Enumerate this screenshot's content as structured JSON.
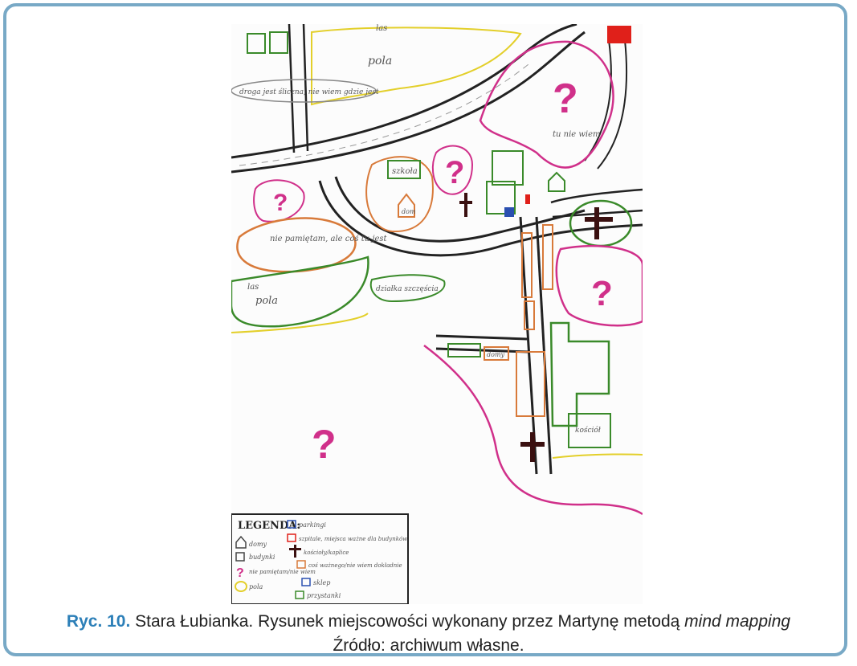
{
  "figure": {
    "label": "Ryc. 10.",
    "caption_main": "Stara Łubianka. Rysunek miejscowości wykonany przez Martynę metodą",
    "caption_italic": "mind mapping",
    "source": "Źródło: archiwum własne."
  },
  "map_labels": {
    "pola_top": "pola",
    "las_top": "las",
    "droga": "droga jest śliczna, nie wiem gdzie jest",
    "szkola": "szkoła",
    "dom": "dom",
    "pamietam": "nie pamiętam, ale coś tu jest",
    "tu_nie_wiem": "tu nie wiem",
    "pola_left": "pola",
    "dzialka": "działka szczęścia",
    "domy": "domy",
    "kosciol": "kościół",
    "las_left": "las"
  },
  "legend": {
    "title": "LEGENDA:",
    "items": [
      {
        "icon": "house-icon",
        "label": "domy"
      },
      {
        "icon": "square-icon",
        "label": "budynki"
      },
      {
        "icon": "question-icon",
        "label": "nie pamiętam/nie wiem"
      },
      {
        "icon": "ellipse-icon",
        "label": "pola"
      },
      {
        "icon": "parking-icon",
        "label": "parkingi"
      },
      {
        "icon": "red-square-icon",
        "label": "szpitale, miejsca ważne dla budynków"
      },
      {
        "icon": "cross-icon",
        "label": "kościoły/kaplice"
      },
      {
        "icon": "orange-square-icon",
        "label": "coś ważnego/nie wiem dokładnie"
      },
      {
        "icon": "blue-square-icon",
        "label": "sklep"
      },
      {
        "icon": "green-square-icon",
        "label": "przystanki"
      }
    ]
  },
  "colors": {
    "frame": "#78a9c6",
    "caption_label": "#2c7fb8",
    "road": "#222222",
    "green": "#3a8a2a",
    "magenta": "#d0308a",
    "orange": "#d87a3a",
    "yellow": "#e3cf2a",
    "red": "#e0201a",
    "blue": "#2a4fb0"
  }
}
